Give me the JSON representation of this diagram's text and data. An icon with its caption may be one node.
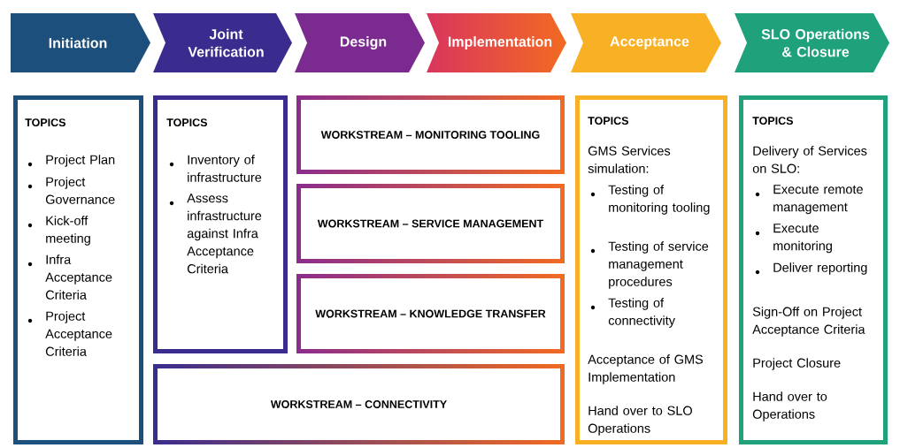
{
  "diagram": {
    "nodes": [
      {
        "text": [
          "Initiation"
        ]
      },
      {
        "text": [
          "Joint Verification"
        ]
      },
      {
        "text": [
          "Design"
        ]
      },
      {
        "text": [
          "Implementation"
        ]
      },
      {
        "text": [
          "Acceptance"
        ]
      },
      {
        "text": [
          "SLO Operations & Closure"
        ]
      },
      {
        "text": [
          "TOPICS",
          "Project Plan",
          "Project Governance",
          "Kick-off meeting",
          "Infra Acceptance Criteria",
          "Project Acceptance Criteria"
        ]
      },
      {
        "text": [
          "TOPICS",
          "Inventory of infrastructure",
          "Assess infrastructure against Infra Acceptance Criteria"
        ]
      },
      {
        "text": [
          "WORKSTREAM – MONITORING TOOLING"
        ]
      },
      {
        "text": [
          "WORKSTREAM – SERVICE MANAGEMENT"
        ]
      },
      {
        "text": [
          "WORKSTREAM – KNOWLEDGE TRANSFER"
        ]
      },
      {
        "text": [
          "WORKSTREAM – CONNECTIVITY"
        ]
      },
      {
        "text": [
          "TOPICS",
          "GMS Services simulation:",
          "Testing of monitoring tooling",
          "Testing of service management procedures",
          "Testing of connectivity",
          "Acceptance of GMS Implementation",
          "Hand over to SLO Operations"
        ]
      },
      {
        "text": [
          "TOPICS",
          "Delivery of Services on SLO:",
          "Execute remote management",
          "Execute monitoring",
          "Deliver reporting",
          "Sign-Off on Project Acceptance Criteria",
          "Project Closure",
          "Hand over to Operations"
        ]
      }
    ]
  }
}
